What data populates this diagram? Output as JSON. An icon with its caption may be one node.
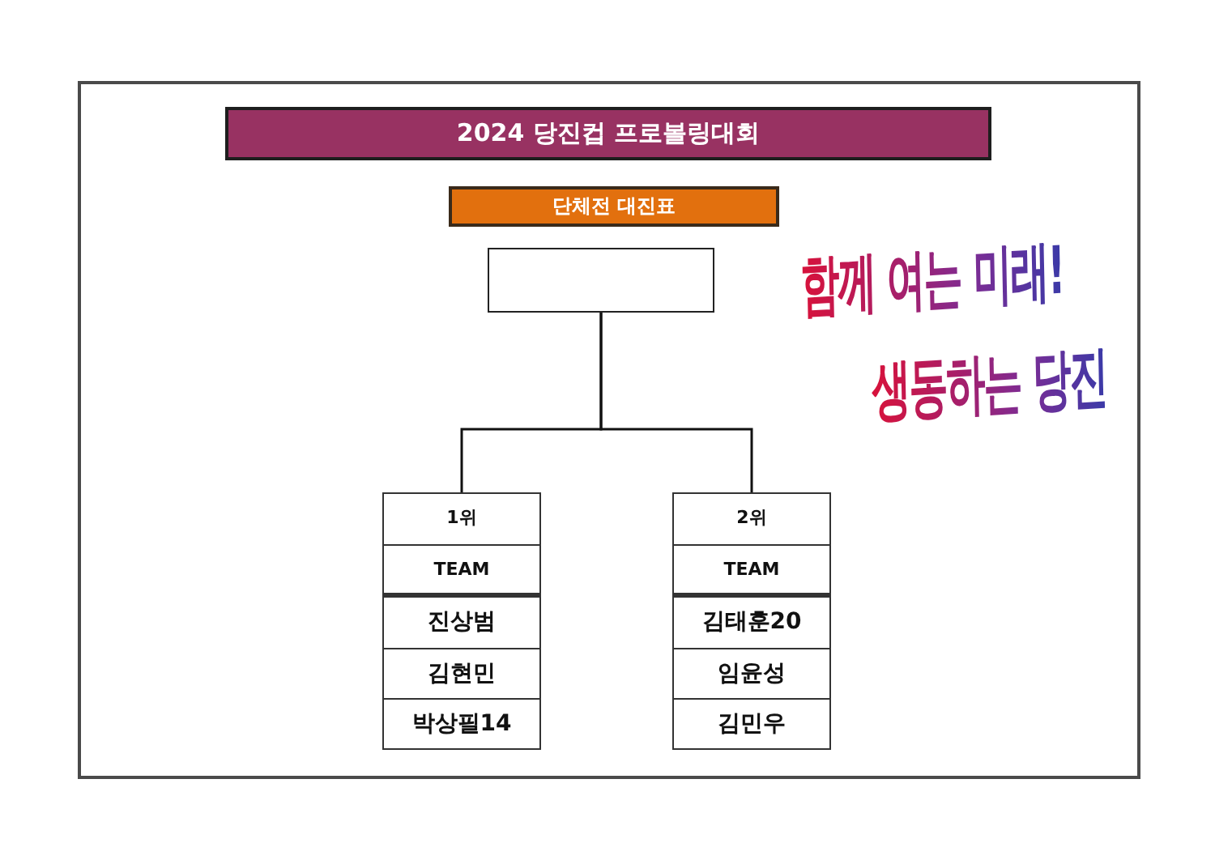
{
  "diagram": {
    "title": "2024 당진컵 프로볼링대회",
    "nodes": [
      {
        "text": [
          "단체전 대진표"
        ]
      },
      {
        "text": [],
        "shape": "box"
      },
      {
        "text": [
          "1위"
        ]
      },
      {
        "text": [
          "TEAM"
        ]
      },
      {
        "text": [
          "진상범"
        ]
      },
      {
        "text": [
          "김현민"
        ]
      },
      {
        "text": [
          "박상필14"
        ]
      },
      {
        "text": [
          "2위"
        ]
      },
      {
        "text": [
          "TEAM"
        ]
      },
      {
        "text": [
          "김태훈20"
        ]
      },
      {
        "text": [
          "임윤성"
        ]
      },
      {
        "text": [
          "김민우"
        ]
      }
    ],
    "edges": [
      {
        "from": 1,
        "to": 2,
        "arrow": "none"
      },
      {
        "from": 1,
        "to": 7,
        "arrow": "none"
      }
    ],
    "labels": [
      "함께 여는 미래!",
      "생동하는 당진"
    ]
  }
}
